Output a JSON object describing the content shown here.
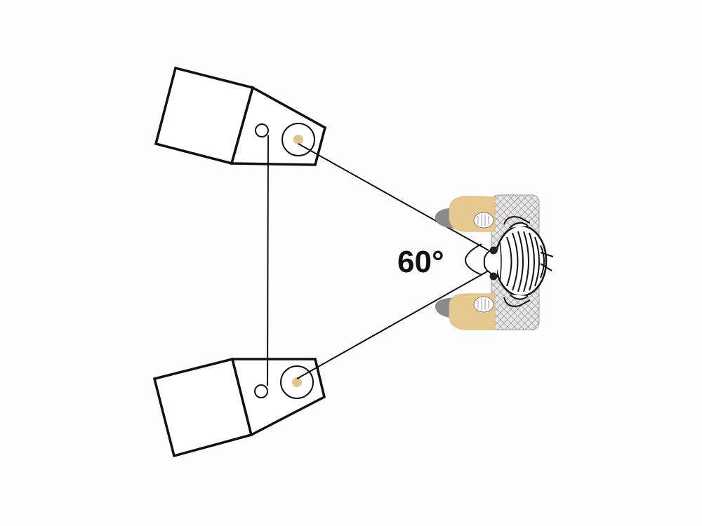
{
  "diagram": {
    "angle_label": "60°",
    "colors": {
      "line": "#111111",
      "tweeter_fill": "#ffffff",
      "woofer_dust_cap": "#e2c48d",
      "skin": "#e7c88f",
      "shoe": "#8a8a8a",
      "chair": "#dcdcdc",
      "background": "#fdfdfd"
    },
    "elements": [
      {
        "name": "left-speaker",
        "shape": "speaker"
      },
      {
        "name": "right-speaker",
        "shape": "speaker"
      },
      {
        "name": "listener",
        "shape": "person-top-view"
      }
    ]
  }
}
